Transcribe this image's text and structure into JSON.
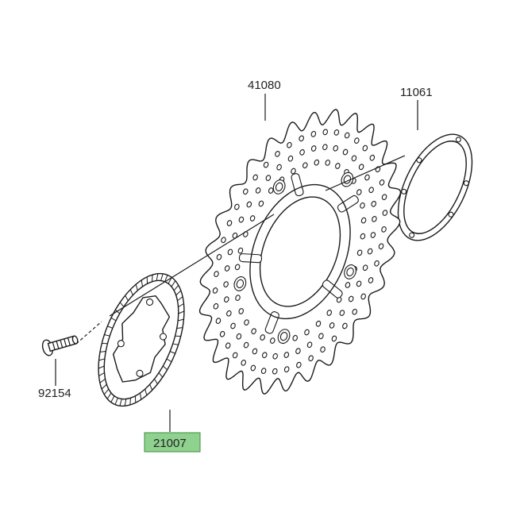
{
  "diagram": {
    "parts": [
      {
        "id": "disc",
        "number": "41080",
        "name": "brake-disc",
        "highlight": false
      },
      {
        "id": "gasket",
        "number": "11061",
        "name": "gasket",
        "highlight": false
      },
      {
        "id": "screw",
        "number": "92154",
        "name": "bolt",
        "highlight": false
      },
      {
        "id": "ring",
        "number": "21007",
        "name": "abs-sensor-ring",
        "highlight": true
      }
    ],
    "colors": {
      "line": "#1a1a1a",
      "highlight_fill": "#8fd18f",
      "highlight_stroke": "#3c8f3c",
      "background": "#ffffff"
    }
  }
}
